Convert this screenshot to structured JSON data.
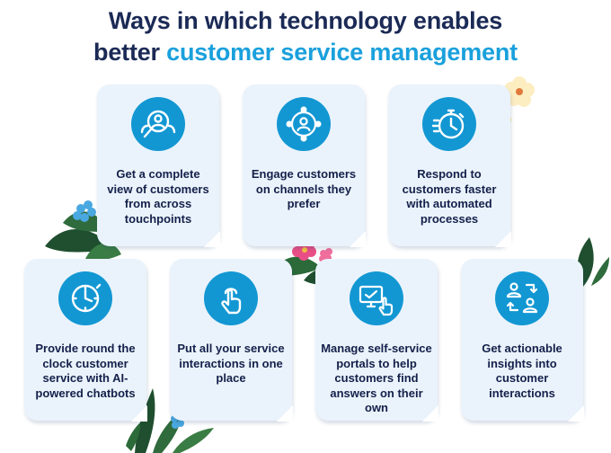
{
  "title": {
    "line1": "Ways in which technology enables",
    "line2_plain": "better ",
    "line2_accent": "customer service management"
  },
  "cards": [
    {
      "text": "Get a complete view of customers from across touchpoints",
      "icon": "customer-search-icon"
    },
    {
      "text": "Engage customers on channels they prefer",
      "icon": "omnichannel-user-icon"
    },
    {
      "text": "Respond to customers faster with automated processes",
      "icon": "stopwatch-icon"
    },
    {
      "text": "Provide round the clock customer service with AI-powered chatbots",
      "icon": "clock-icon"
    },
    {
      "text": "Put all your service interactions in one place",
      "icon": "tap-finger-icon"
    },
    {
      "text": "Manage self-service portals to help customers find answers on their own",
      "icon": "self-service-portal-icon"
    },
    {
      "text": "Get actionable insights into customer interactions",
      "icon": "user-exchange-icon"
    }
  ],
  "colors": {
    "heading": "#1b2a55",
    "accent": "#1aa0dc",
    "card_bg": "#eaf3fb",
    "icon_bg": "#1297d3"
  }
}
